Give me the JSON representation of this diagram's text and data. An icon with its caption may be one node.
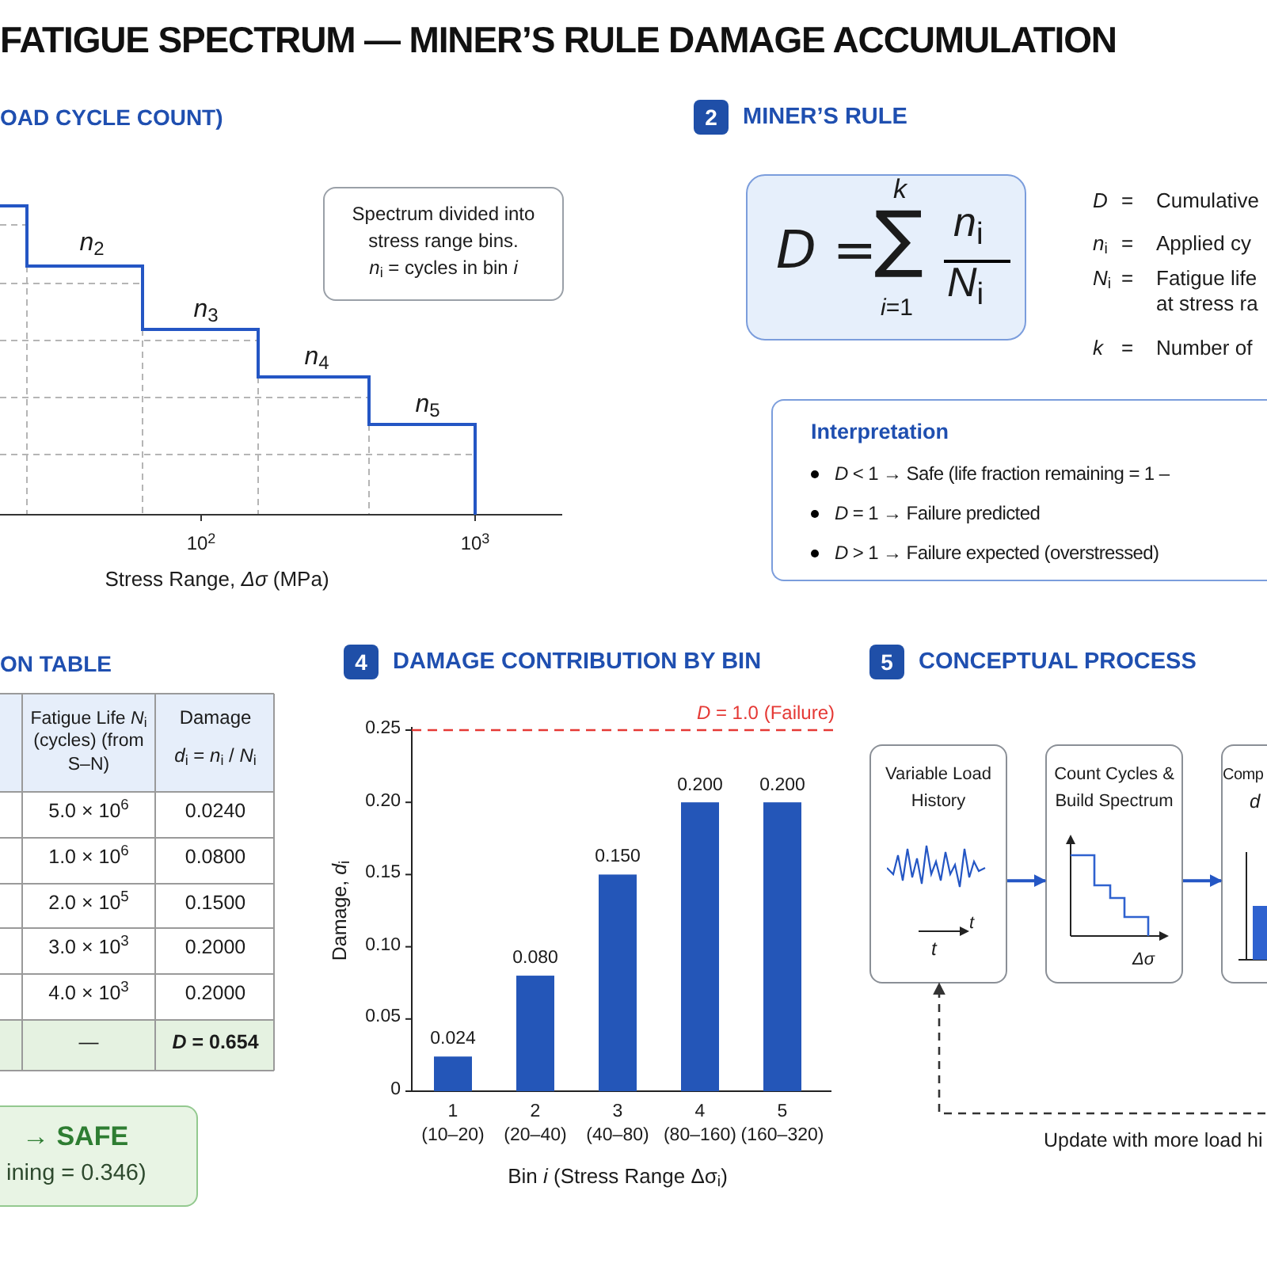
{
  "diagram": {
    "title": "FATIGUE SPECTRUM — MINER’S RULE DAMAGE ACCUMULATION",
    "nodes": [
      {
        "text": [
          "Spectrum divided into stress range bins.",
          "*n*$_{i}$ = cycles in bin *i*"
        ]
      },
      {
        "text": [
          "2"
        ],
        "beside": [
          "MINER’S RULE"
        ]
      },
      {
        "text": [
          "*D* =",
          "*k*",
          "∑",
          "*i*=1",
          "*n*$_{i}$",
          "*N*$_{i}$"
        ]
      },
      {
        "text": [
          "Interpretation",
          "*D* < 1 → Safe (life fraction remaining = 1 –",
          "*D* = 1 → Failure predicted",
          "*D* > 1 → Failure expected (overstressed)"
        ]
      },
      {
        "text": [
          "→ SAFE",
          "ining = 0.346)"
        ]
      },
      {
        "text": [
          "4"
        ],
        "beside": [
          "DAMAGE CONTRIBUTION BY BIN"
        ]
      },
      {
        "text": [
          "5"
        ],
        "beside": [
          "CONCEPTUAL PROCESS"
        ]
      },
      {
        "text": [
          "Variable Load History"
        ]
      },
      {
        "text": [
          "Count Cycles & Build Spectrum"
        ]
      },
      {
        "text": [
          "Comp",
          "*d*"
        ]
      }
    ],
    "edges": [
      {
        "from": 7,
        "to": 8,
        "arrow": "to"
      },
      {
        "from": 8,
        "to": 9,
        "arrow": "to"
      },
      {
        "from": null,
        "to": 7,
        "arrow": "to",
        "style": "dashed",
        "color": "#333333",
        "label": "Update with more load hi"
      }
    ],
    "labels": [
      "OAD CYCLE COUNT)",
      "*n*$_{2}$",
      "*n*$_{3}$",
      "*n*$_{4}$",
      "*n*$_{5}$",
      "10$^{2}$",
      "10$^{3}$",
      "Stress Range, *Δσ* (MPa)",
      "*D*",
      "=",
      "Cumulative",
      "*n*$_{i}$",
      "=",
      "Applied cy",
      "*N*$_{i}$",
      "=",
      "Fatigue life at stress ra",
      "*k*",
      "=",
      "Number of",
      "ON TABLE",
      "Fatigue Life *N*$_{i}$ (cycles) (from S–N)",
      "Damage",
      "*d*$_{i}$ = *n*$_{i}$ / *N*$_{i}$",
      "5.0 × 10$^{6}$",
      "0.0240",
      "1.0 × 10$^{6}$",
      "0.0800",
      "2.0 × 10$^{5}$",
      "0.1500",
      "3.0 × 10$^{3}$",
      "0.2000",
      "4.0 × 10$^{3}$",
      "0.2000",
      "—",
      "*D* = 0.654",
      "*t*",
      "*t*",
      "*Δσ*"
    ],
    "chart_data": {
      "type": "bar",
      "xlabel": "Bin *i* (Stress Range Δσ$_{i}$)",
      "ylabel": "Damage, *d*$_{i}$",
      "categories": [
        "1 (10–20)",
        "2 (20–40)",
        "3 (40–80)",
        "4 (80–160)",
        "5 (160–320)"
      ],
      "values": [
        0.024,
        0.08,
        0.15,
        0.2,
        0.2
      ],
      "ylim": [
        0,
        0.25
      ],
      "yticks": [
        0,
        0.05,
        {
          "value": 0.1,
          "label": "0.10"
        },
        0.15,
        {
          "value": 0.2,
          "label": "0.20"
        },
        0.25
      ],
      "value_labels": [
        "0.024",
        "0.080",
        "0.150",
        "0.200",
        "0.200"
      ],
      "annotations": [
        "*D* = 1.0 (Failure)"
      ]
    }
  }
}
